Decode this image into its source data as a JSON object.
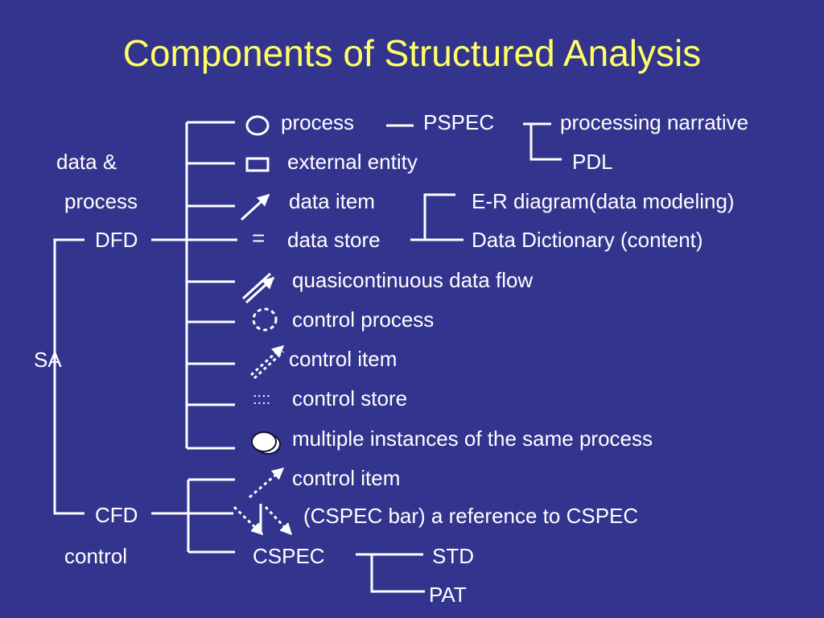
{
  "title": "Components of Structured Analysis",
  "colors": {
    "background": "#33348e",
    "title": "#ffff66",
    "text": "#ffffff",
    "lines": "#ffffff"
  },
  "root": "SA",
  "dfd": {
    "caption_line1": "data &",
    "caption_line2": "process",
    "label": "DFD",
    "items": [
      {
        "icon": "circle-icon",
        "label": "process"
      },
      {
        "icon": "rectangle-icon",
        "label": "external entity"
      },
      {
        "icon": "arrow-icon",
        "label": "data item"
      },
      {
        "icon": "equals-icon",
        "label": "data store",
        "glyph": "="
      },
      {
        "icon": "double-arrow-icon",
        "label": "quasicontinuous data flow"
      },
      {
        "icon": "dashed-circle-icon",
        "label": "control process"
      },
      {
        "icon": "dashed-arrow-icon",
        "label": "control item"
      },
      {
        "icon": "dotted-lines-icon",
        "label": "control store",
        "glyph": "::::"
      },
      {
        "icon": "stacked-circle-icon",
        "label": "multiple instances of the same process"
      }
    ],
    "process_branch": {
      "pspec": "PSPEC",
      "narrative": "processing narrative",
      "pdl": "PDL"
    },
    "data_branch": {
      "er": "E-R diagram(data modeling)",
      "dictionary": "Data Dictionary (content)"
    }
  },
  "cfd": {
    "label": "CFD",
    "caption": "control",
    "items": [
      {
        "icon": "dashed-arrow-icon",
        "label": "control item"
      },
      {
        "icon": "cspec-bar-icon",
        "label": "(CSPEC bar) a reference to CSPEC"
      }
    ],
    "cspec": {
      "label": "CSPEC",
      "std": "STD",
      "pat": "PAT"
    }
  }
}
